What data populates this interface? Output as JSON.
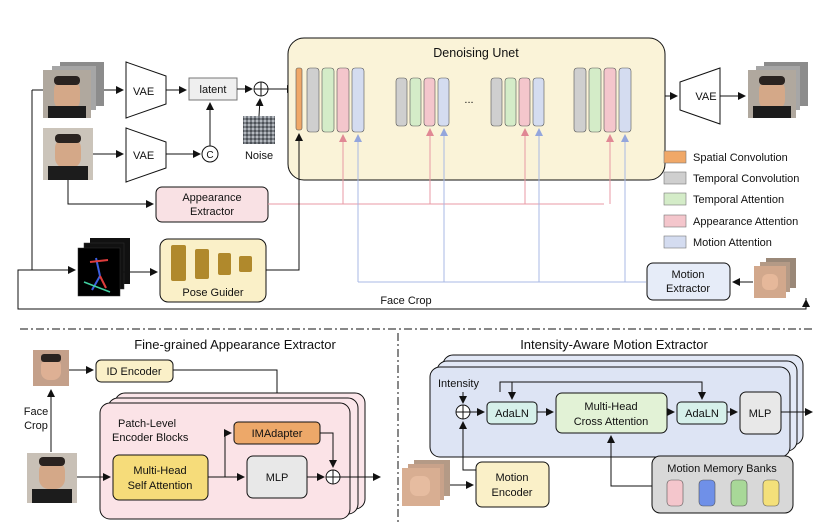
{
  "top": {
    "unet_title": "Denoising Unet",
    "vae_labels": [
      "VAE",
      "VAE",
      "VAE"
    ],
    "latent_label": "latent",
    "concat_symbol": "C",
    "plus_symbol": "+",
    "noise_label": "Noise",
    "ellipsis": "...",
    "appearance_extractor": [
      "Appearance",
      "Extractor"
    ],
    "pose_guider": "Pose Guider",
    "motion_extractor": [
      "Motion",
      "Extractor"
    ],
    "face_crop": "Face Crop"
  },
  "legend": [
    {
      "label": "Spatial Convolution",
      "color": "#f0a868"
    },
    {
      "label": "Temporal Convolution",
      "color": "#cfcfcf"
    },
    {
      "label": "Temporal Attention",
      "color": "#d4ecc8"
    },
    {
      "label": "Appearance Attention",
      "color": "#f4c6cc"
    },
    {
      "label": "Motion Attention",
      "color": "#d4dcf0"
    }
  ],
  "bottom_left": {
    "title": "Fine-grained Appearance Extractor",
    "id_encoder": "ID Encoder",
    "face_crop": [
      "Face",
      "Crop"
    ],
    "patch_level": [
      "Patch-Level",
      "Encoder Blocks"
    ],
    "imadapter": "IMAdapter",
    "self_attention": [
      "Multi-Head",
      "Self Attention"
    ],
    "mlp": "MLP"
  },
  "bottom_right": {
    "title": "Intensity-Aware Motion Extractor",
    "intensity": "Intensity",
    "adaln": [
      "AdaLN",
      "AdaLN"
    ],
    "cross_attention": [
      "Multi-Head",
      "Cross Attention"
    ],
    "mlp": "MLP",
    "motion_encoder": [
      "Motion",
      "Encoder"
    ],
    "memory_banks": "Motion Memory Banks",
    "bank_colors": [
      "#f4c6cc",
      "#6f90e8",
      "#a8d898",
      "#f4e07a"
    ]
  },
  "colors": {
    "appearance_line": "#e89aa4",
    "motion_line": "#a8b8e4",
    "unet_fill": "#faf3d8",
    "pose_fill": "#faf0c8",
    "appearance_fill": "#f9e1e4",
    "motion_fill": "#e6ecf8",
    "block_teal": "#d6f0ea",
    "block_green": "#e2f2d6",
    "imadapter": "#eda869",
    "self_attn": "#f6dc7a",
    "memory_fill": "#d8d8d8"
  }
}
